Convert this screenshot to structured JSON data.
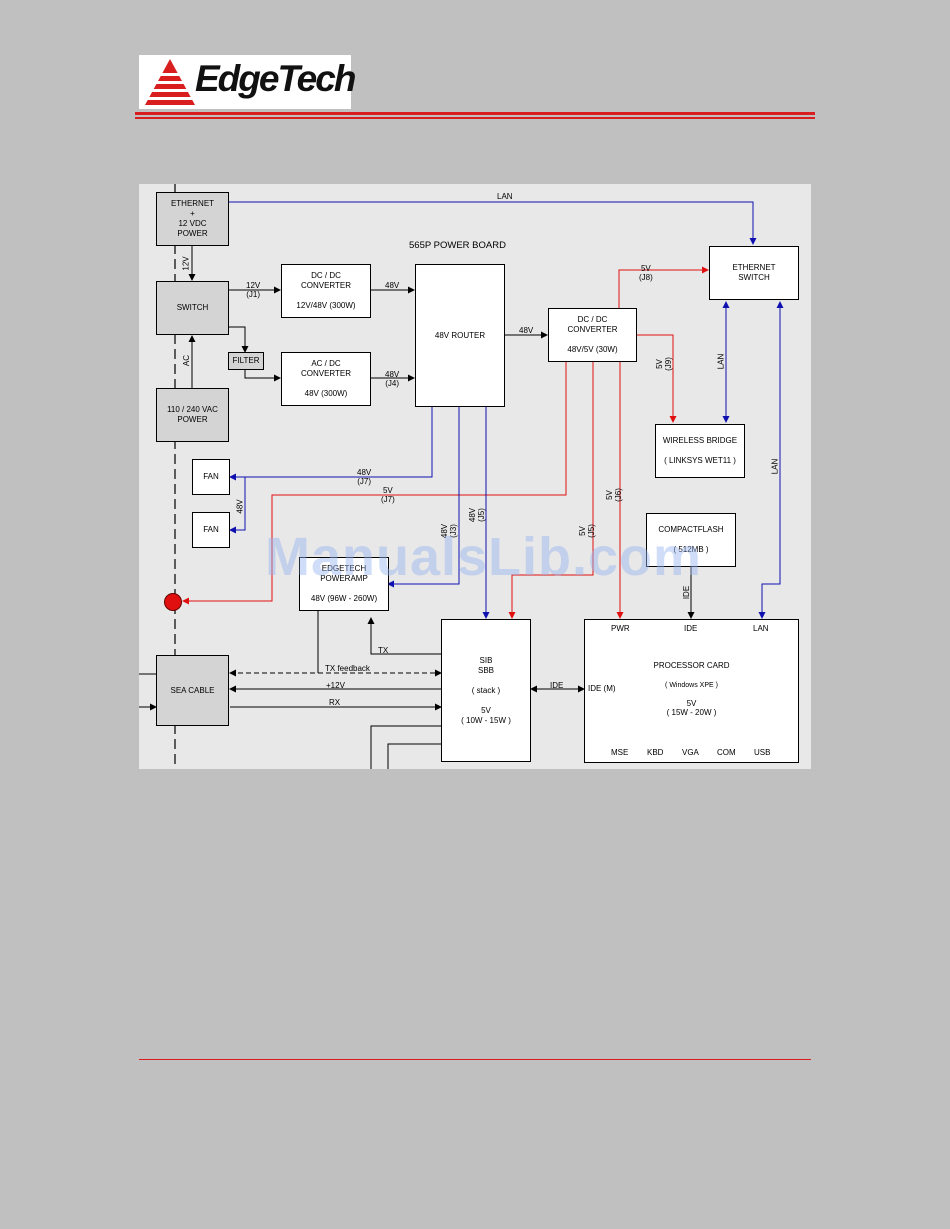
{
  "logo": {
    "text": "EdgeTech"
  },
  "diagram": {
    "title": "565P POWER BOARD",
    "boxes": {
      "ethernet_power": [
        "ETHERNET",
        "+",
        "12 VDC",
        "POWER"
      ],
      "switch": [
        "SWITCH"
      ],
      "ac_power": [
        "110 / 240 VAC",
        "POWER"
      ],
      "filter": [
        "FILTER"
      ],
      "dc_converter_12_48": [
        "DC / DC",
        "CONVERTER",
        "",
        "12V/48V (300W)"
      ],
      "ac_dc_converter": [
        "AC / DC",
        "CONVERTER",
        "",
        "48V (300W)"
      ],
      "router": [
        "48V ROUTER"
      ],
      "dc_converter_48_5": [
        "DC / DC",
        "CONVERTER",
        "",
        "48V/5V (30W)"
      ],
      "ethernet_switch": [
        "ETHERNET",
        "SWITCH"
      ],
      "wireless_bridge": [
        "WIRELESS BRIDGE",
        "",
        "( LINKSYS WET11 )"
      ],
      "compactflash": [
        "COMPACTFLASH",
        "",
        "( 512MB )"
      ],
      "fan1": [
        "FAN"
      ],
      "fan2": [
        "FAN"
      ],
      "poweramp": [
        "EDGETECH",
        "POWERAMP",
        "",
        "48V (96W - 260W)"
      ],
      "sea_cable": [
        "SEA CABLE"
      ],
      "sib": [
        "SIB",
        "SBB",
        "",
        "( stack )",
        "",
        "5V",
        "( 10W - 15W )"
      ],
      "processor": {
        "ports_top": [
          "PWR",
          "IDE",
          "LAN"
        ],
        "name": "PROCESSOR CARD",
        "os": "( Windows XPE )",
        "power": [
          "5V",
          "( 15W - 20W )"
        ],
        "ide_m": "IDE (M)",
        "ports_bottom": [
          "MSE",
          "KBD",
          "VGA",
          "COM",
          "USB"
        ]
      }
    },
    "labels": {
      "lan_top": "LAN",
      "v12_vertical": "12V",
      "ac_vertical": "AC",
      "j1": "12V\n(J1)",
      "v48_a": "48V",
      "j4": "48V\n(J4)",
      "v48_router_out": "48V",
      "j8": "5V\n(J8)",
      "j9": "5V\n(J9)",
      "lan_wireless": "LAN",
      "lan_right": "LAN",
      "j7_48": "48V\n(J7)",
      "j7_5": "5V\n(J7)",
      "fan_48": "48V",
      "j3": "48V\n(J3)",
      "j5_48": "48V\n(J5)",
      "j5_5": "5V\n(J5)",
      "j6": "5V\n(J6)",
      "ide_cf": "IDE",
      "tx": "TX",
      "tx_feedback": "TX feedback",
      "plus12": "+12V",
      "rx": "RX",
      "ide_link": "IDE"
    }
  },
  "watermark": "ManualsLib.com",
  "colors": {
    "accent_red": "#d81e1e",
    "wire_blue": "#1010b0",
    "wire_red": "#e01010"
  }
}
